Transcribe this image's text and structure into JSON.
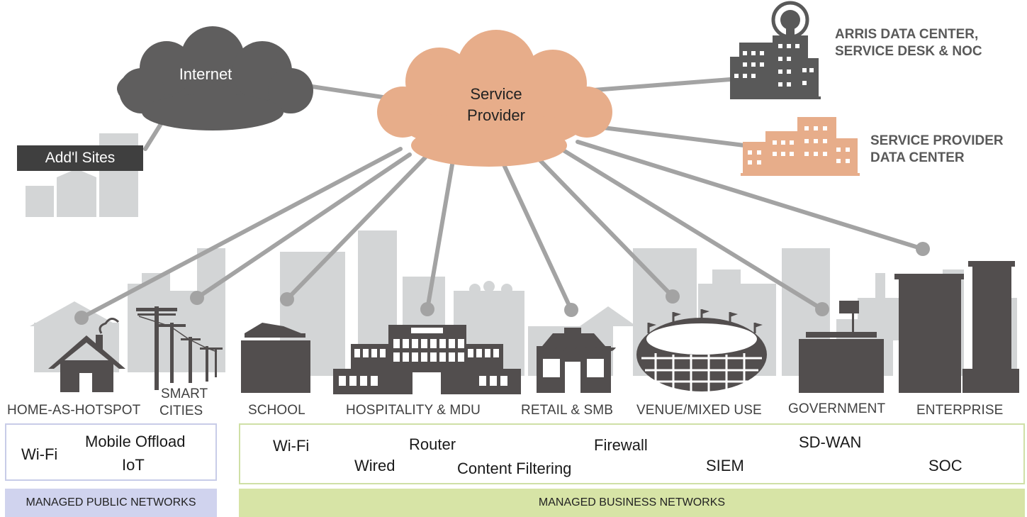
{
  "clouds": {
    "internet": {
      "label": "Internet",
      "color": "#5f5e5e"
    },
    "service_provider": {
      "label": "Service\nProvider",
      "color": "#e7ad8a"
    }
  },
  "addl_sites": {
    "label": "Add'l Sites"
  },
  "data_centers": {
    "arris": {
      "label": "ARRIS DATA CENTER,\nSERVICE DESK & NOC",
      "color": "#595959",
      "icon": "building-with-headset-icon"
    },
    "service_provider": {
      "label": "SERVICE PROVIDER\nDATA CENTER",
      "color": "#e7ad8a",
      "icon": "building-icon"
    }
  },
  "categories": [
    {
      "key": "home",
      "label": "HOME-AS-HOTSPOT",
      "icon": "house-icon"
    },
    {
      "key": "smart_cities",
      "label_line1": "SMART",
      "label_line2": "CITIES",
      "icon": "utility-poles-icon"
    },
    {
      "key": "school",
      "label": "SCHOOL",
      "icon": "school-icon"
    },
    {
      "key": "hospitality",
      "label": "HOSPITALITY & MDU",
      "icon": "hotel-icon"
    },
    {
      "key": "retail",
      "label": "RETAIL & SMB",
      "icon": "storefront-icon"
    },
    {
      "key": "venue",
      "label": "VENUE/MIXED USE",
      "icon": "stadium-icon"
    },
    {
      "key": "government",
      "label": "GOVERNMENT",
      "icon": "government-building-icon"
    },
    {
      "key": "enterprise",
      "label": "ENTERPRISE",
      "icon": "office-towers-icon"
    }
  ],
  "public_services": {
    "wifi": "Wi-Fi",
    "mobile_offload": "Mobile Offload",
    "iot": "IoT"
  },
  "business_services": {
    "wifi": "Wi-Fi",
    "router": "Router",
    "wired": "Wired",
    "content_filtering": "Content Filtering",
    "firewall": "Firewall",
    "siem": "SIEM",
    "sd_wan": "SD-WAN",
    "soc": "SOC"
  },
  "bands": {
    "public": {
      "label": "MANAGED PUBLIC NETWORKS",
      "color": "#d0d3ee"
    },
    "business": {
      "label": "MANAGED BUSINESS NETWORKS",
      "color": "#d7e4a6"
    }
  },
  "colors": {
    "connector": "#a3a3a3",
    "building_dark": "#524e4e",
    "skyline": "#d3d5d6",
    "public_border": "#c8cce8",
    "business_border": "#cfe0a6"
  }
}
